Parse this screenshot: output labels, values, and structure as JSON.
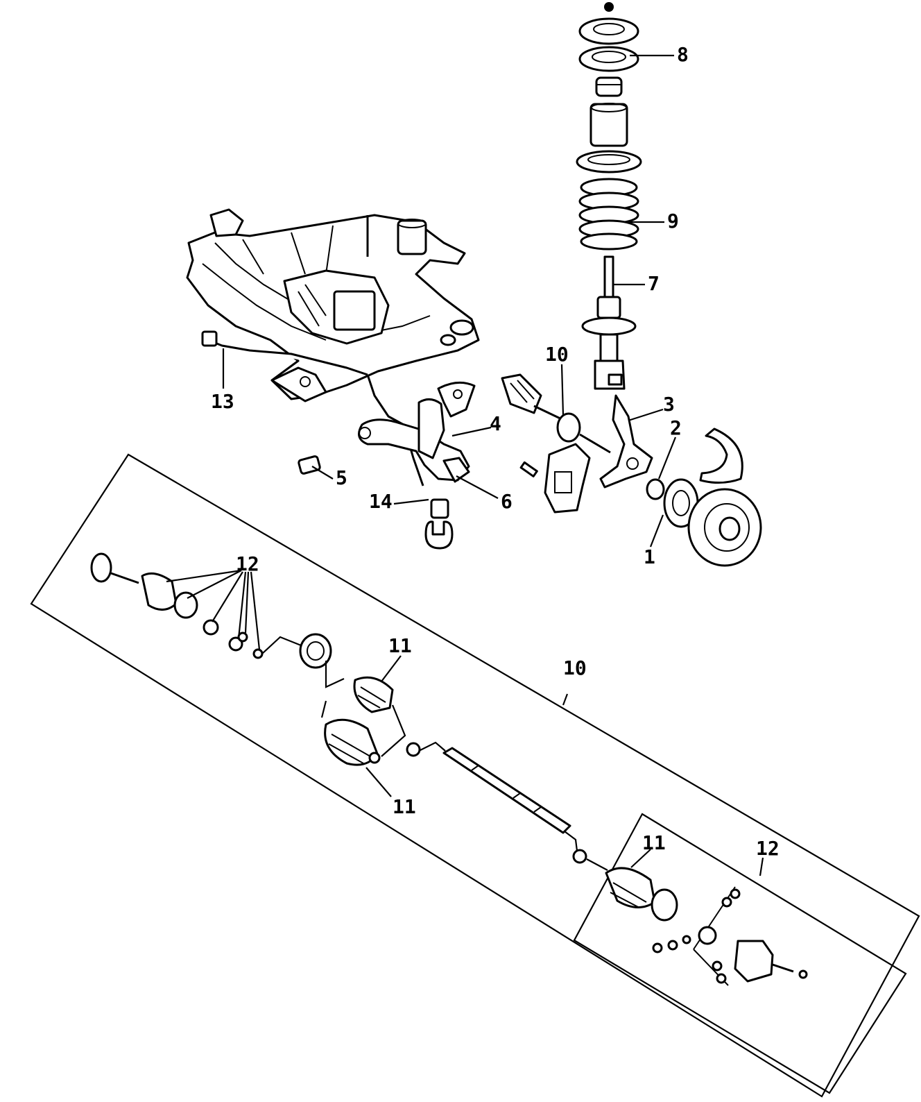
{
  "colors": {
    "line": "#000000",
    "background": "#ffffff"
  },
  "callouts": {
    "c1": "1",
    "c2": "2",
    "c3": "3",
    "c4": "4",
    "c5": "5",
    "c6": "6",
    "c7": "7",
    "c8": "8",
    "c9": "9",
    "c10_top": "10",
    "c10_box": "10",
    "c11_a": "11",
    "c11_b": "11",
    "c11_c": "11",
    "c12_a": "12",
    "c12_b": "12",
    "c13": "13",
    "c14": "14"
  }
}
